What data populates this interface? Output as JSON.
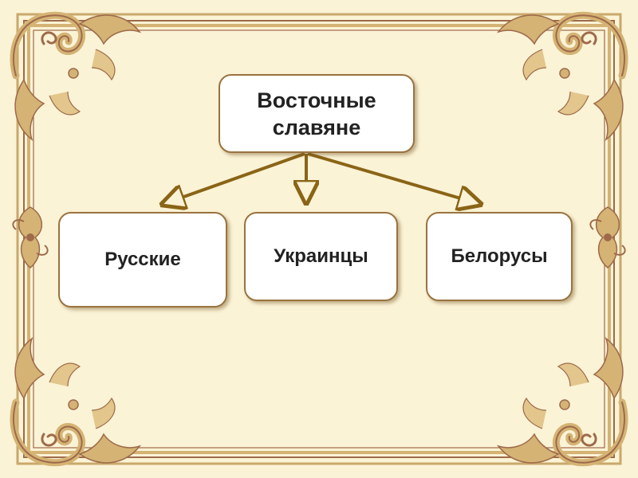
{
  "diagram": {
    "root": {
      "line1": "Восточные",
      "line2": "славяне"
    },
    "children": [
      {
        "label": "Русские"
      },
      {
        "label": "Украинцы"
      },
      {
        "label": "Белорусы"
      }
    ]
  },
  "colors": {
    "background": "#fbf3d6",
    "arrow": "#8a6416",
    "ornament_gold": "#d4b374",
    "ornament_brown": "#9e6a4a",
    "node_border": "#9a7340",
    "node_fill": "#ffffff"
  }
}
